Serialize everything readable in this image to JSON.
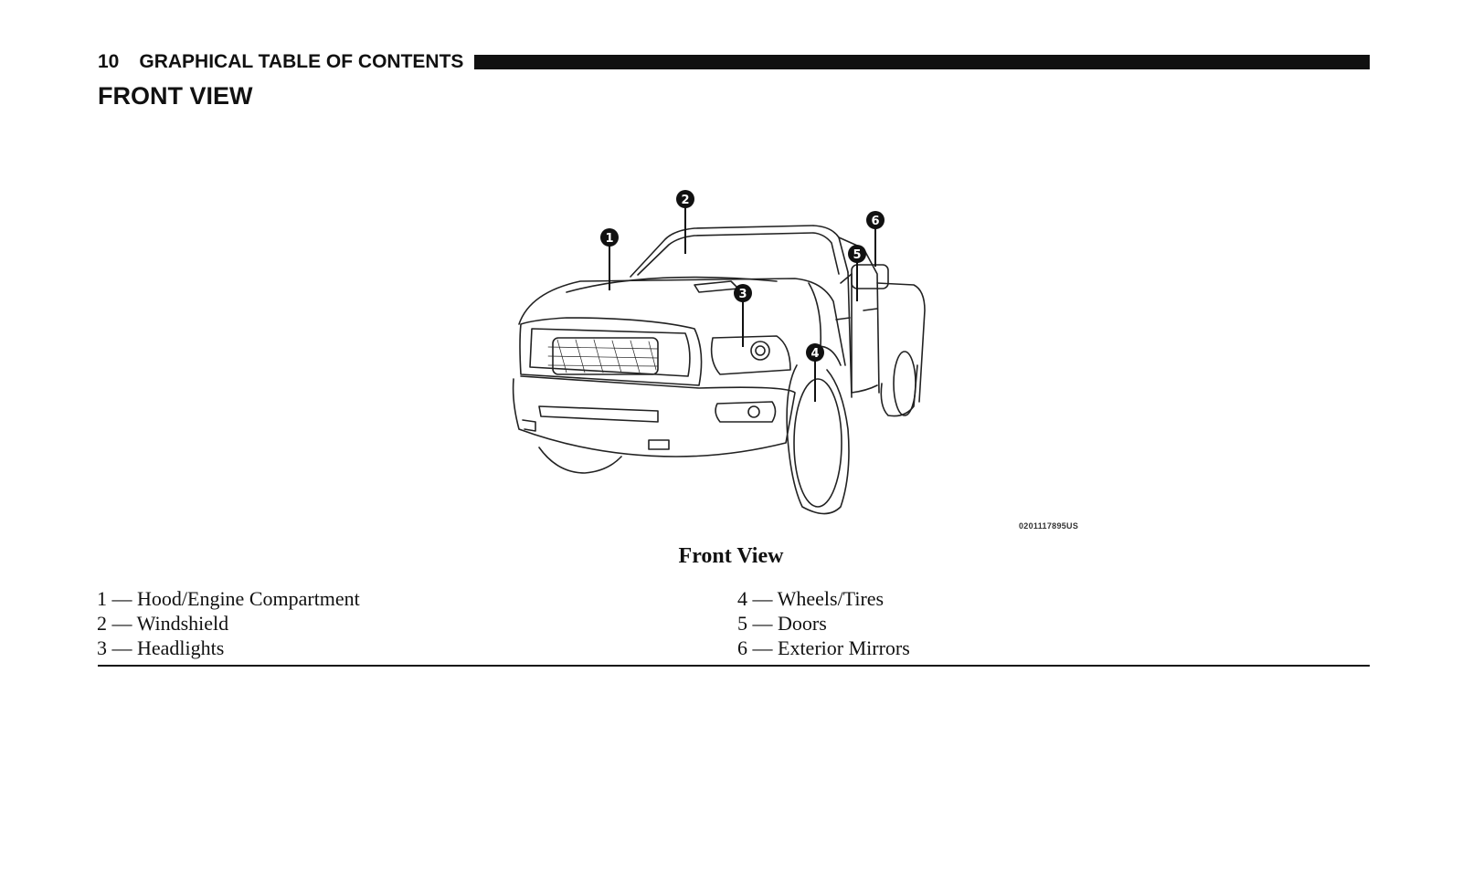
{
  "header": {
    "page_number": "10",
    "section_title": "GRAPHICAL TABLE OF CONTENTS"
  },
  "title": "FRONT VIEW",
  "figure": {
    "code": "0201117895US",
    "caption": "Front View",
    "callouts": [
      "1",
      "2",
      "3",
      "4",
      "5",
      "6"
    ]
  },
  "legend": [
    {
      "number": "1",
      "label": "1 — Hood/Engine Compartment"
    },
    {
      "number": "2",
      "label": "2 — Windshield"
    },
    {
      "number": "3",
      "label": "3 — Headlights"
    },
    {
      "number": "4",
      "label": "4 — Wheels/Tires"
    },
    {
      "number": "5",
      "label": "5 — Doors"
    },
    {
      "number": "6",
      "label": "6 — Exterior Mirrors"
    }
  ],
  "colors": {
    "ink": "#111111",
    "background": "#ffffff"
  }
}
